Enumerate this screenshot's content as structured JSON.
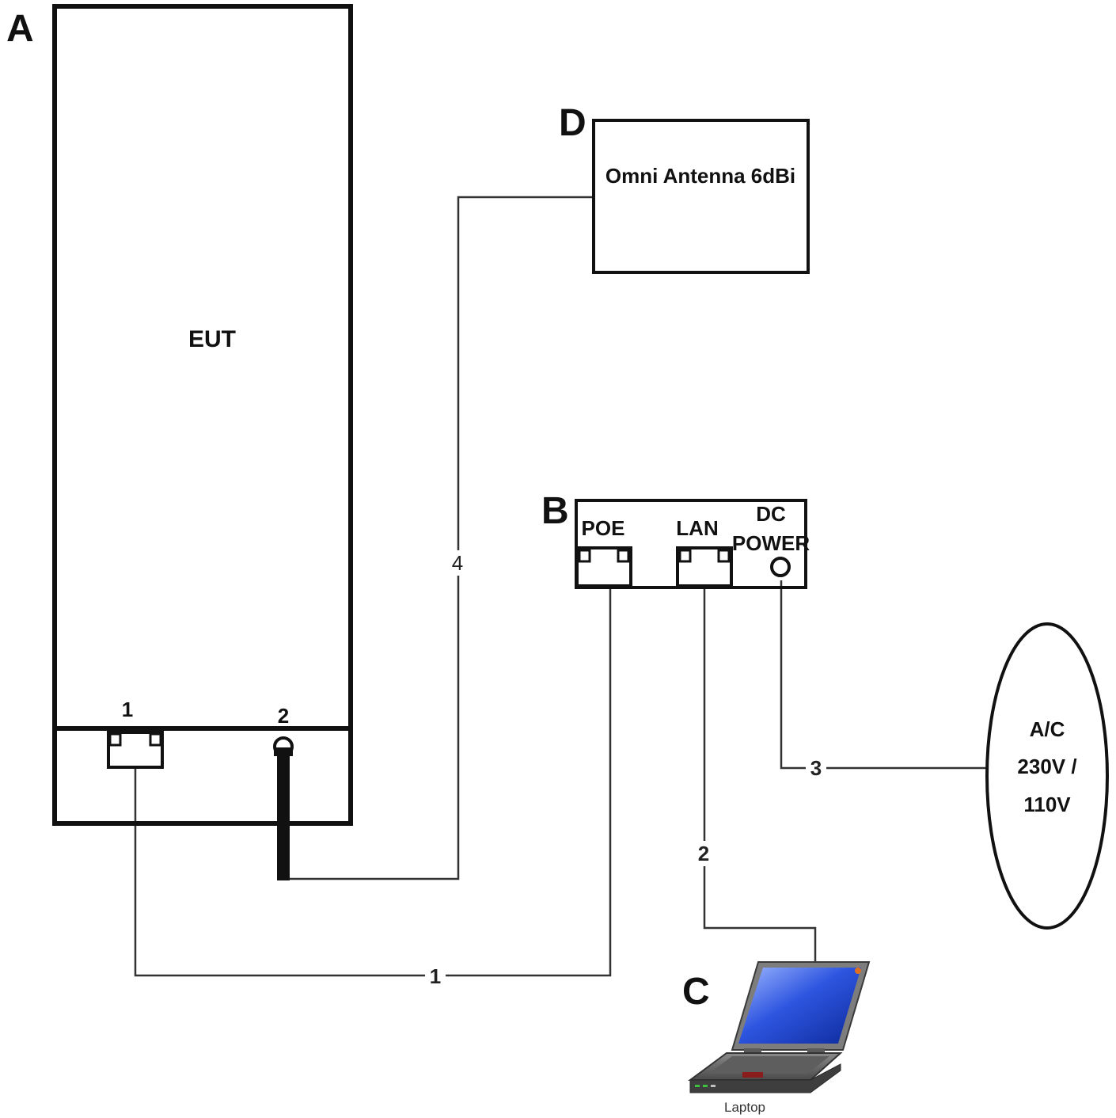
{
  "labels": {
    "a": "A",
    "b": "B",
    "c": "C",
    "d": "D"
  },
  "eut": {
    "title": "EUT",
    "port1": "1",
    "port2": "2"
  },
  "antenna": {
    "title": "Omni Antenna 6dBi"
  },
  "poe_injector": {
    "poe": "POE",
    "lan": "LAN",
    "dc_line1": "DC",
    "dc_line2": "POWER"
  },
  "power_source": {
    "line1": "A/C",
    "line2": "230V /",
    "line3": "110V"
  },
  "laptop": {
    "caption": "Laptop"
  },
  "cables": {
    "c1": "1",
    "c2": "2",
    "c3": "3",
    "c4": "4"
  },
  "colors": {
    "line": "#111111",
    "laptop_screen": "#2a4fd8",
    "laptop_body": "#6e6e6e"
  }
}
